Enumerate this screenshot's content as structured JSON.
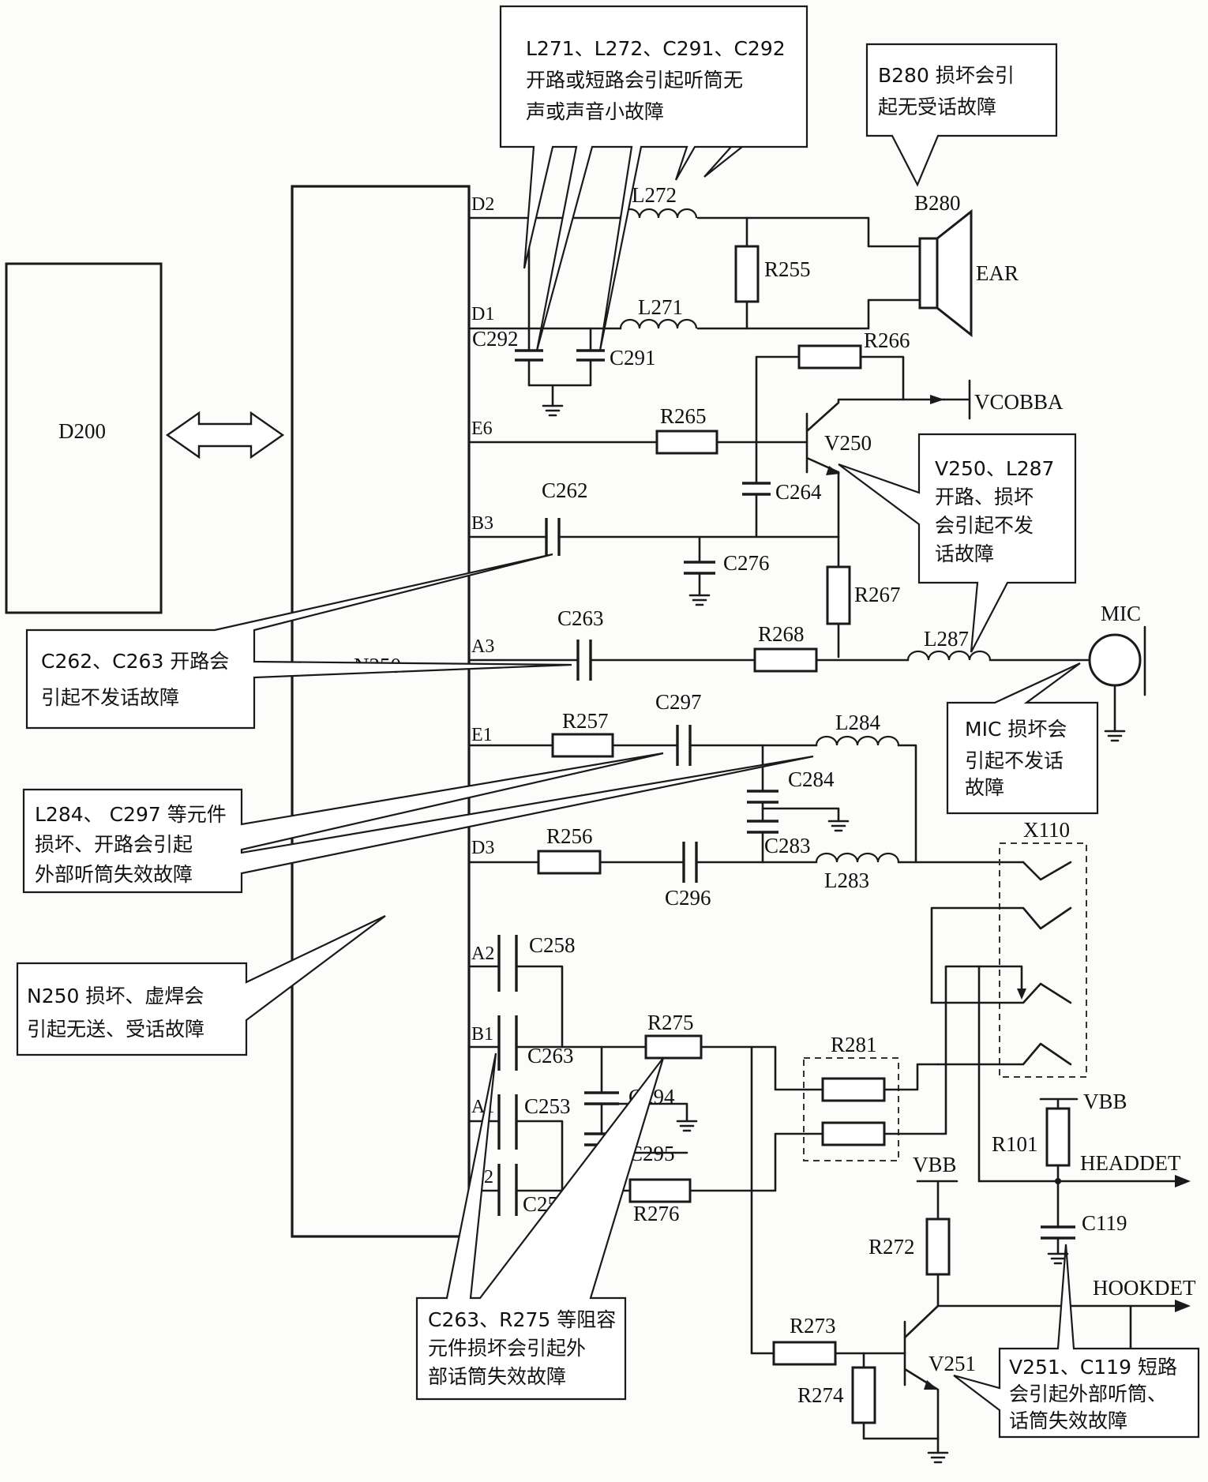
{
  "blocks": {
    "d200": "D200",
    "n250": "N250"
  },
  "pins": {
    "d2": "D2",
    "d1": "D1",
    "e6": "E6",
    "b3": "B3",
    "a3": "A3",
    "e1": "E1",
    "d3": "D3",
    "a2": "A2",
    "b1": "B1",
    "a1": "A1",
    "b2": "B2"
  },
  "components": {
    "l271": "L271",
    "l272": "L272",
    "r255": "R255",
    "b280": "B280",
    "ear": "EAR",
    "c292": "C292",
    "c291": "C291",
    "r266": "R266",
    "vcobba": "VCOBBA",
    "r265": "R265",
    "v250": "V250",
    "c264": "C264",
    "c262": "C262",
    "c276": "C276",
    "r267": "R267",
    "c263_top": "C263",
    "r268": "R268",
    "l287": "L287",
    "mic": "MIC",
    "r257": "R257",
    "c297": "C297",
    "l284": "L284",
    "c284": "C284",
    "r256": "R256",
    "c296": "C296",
    "c283": "C283",
    "l283": "L283",
    "x110": "X110",
    "c258": "C258",
    "c263_bottom": "C263",
    "c253": "C253",
    "c259": "C259",
    "r275": "R275",
    "c294": "C294",
    "c295": "C295",
    "r276": "R276",
    "r281": "R281",
    "vbb_right": "VBB",
    "r101": "R101",
    "headdet": "HEADDET",
    "c119": "C119",
    "vbb_mid": "VBB",
    "r272": "R272",
    "hookdet": "HOOKDET",
    "r273": "R273",
    "v251": "V251",
    "r274": "R274"
  },
  "callouts": {
    "top_lines": [
      "L271、L272、C291、C292",
      "开路或短路会引起听筒无",
      "声或声音小故障"
    ],
    "b280_lines": [
      "B280 损坏会引",
      "起无受话故障"
    ],
    "v250_lines": [
      "V250、L287",
      "开路、损坏",
      "会引起不发",
      "话故障"
    ],
    "c262_lines": [
      "C262、C263 开路会",
      "引起不发话故障"
    ],
    "mic_lines": [
      "MIC 损坏会",
      "引起不发话",
      "故障"
    ],
    "l284_lines": [
      "L284、 C297 等元件",
      "损坏、开路会引起",
      "外部听筒失效故障"
    ],
    "n250_lines": [
      "N250 损坏、虚焊会",
      "引起无送、受话故障"
    ],
    "c263_lines": [
      "C263、R275 等阻容",
      "元件损坏会引起外",
      "部话筒失效故障"
    ],
    "v251_lines": [
      "V251、C119 短路",
      "会引起外部听筒、",
      "话筒失效故障"
    ]
  }
}
